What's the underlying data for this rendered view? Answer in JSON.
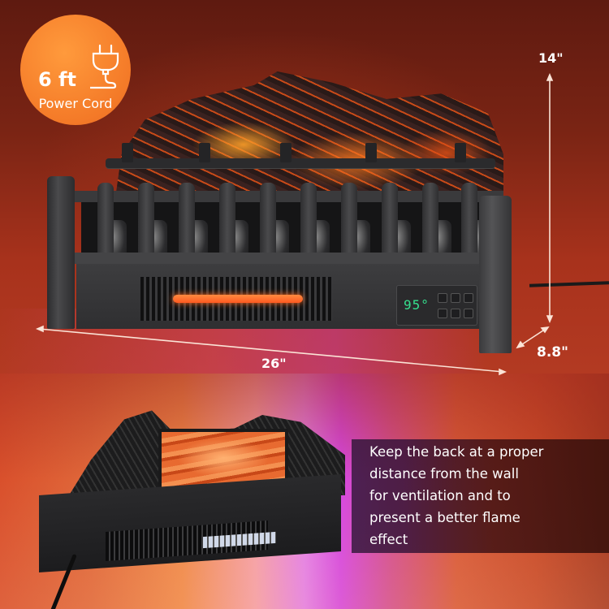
{
  "badge": {
    "length": "6 ft",
    "label": "Power Cord",
    "icon": "plug-icon",
    "color": "#f47a28"
  },
  "dimensions": {
    "height": "14\"",
    "width": "26\"",
    "depth": "8.8\""
  },
  "control_panel": {
    "temperature_display": "95°",
    "display_color": "#36e08e",
    "buttons": 6
  },
  "caption": {
    "lines": [
      "Keep the back at a proper",
      "distance from the wall",
      "for ventilation and to",
      "present a better flame",
      "effect"
    ]
  },
  "colors": {
    "top_background": "#7a2414",
    "bottom_gradient": [
      "#d9502c",
      "#f08a4a",
      "#f5a0a8",
      "#d648e0",
      "#d85a38",
      "#a83a20"
    ],
    "product_body": "#2f2f31",
    "dimension_text": "#ffffff"
  }
}
